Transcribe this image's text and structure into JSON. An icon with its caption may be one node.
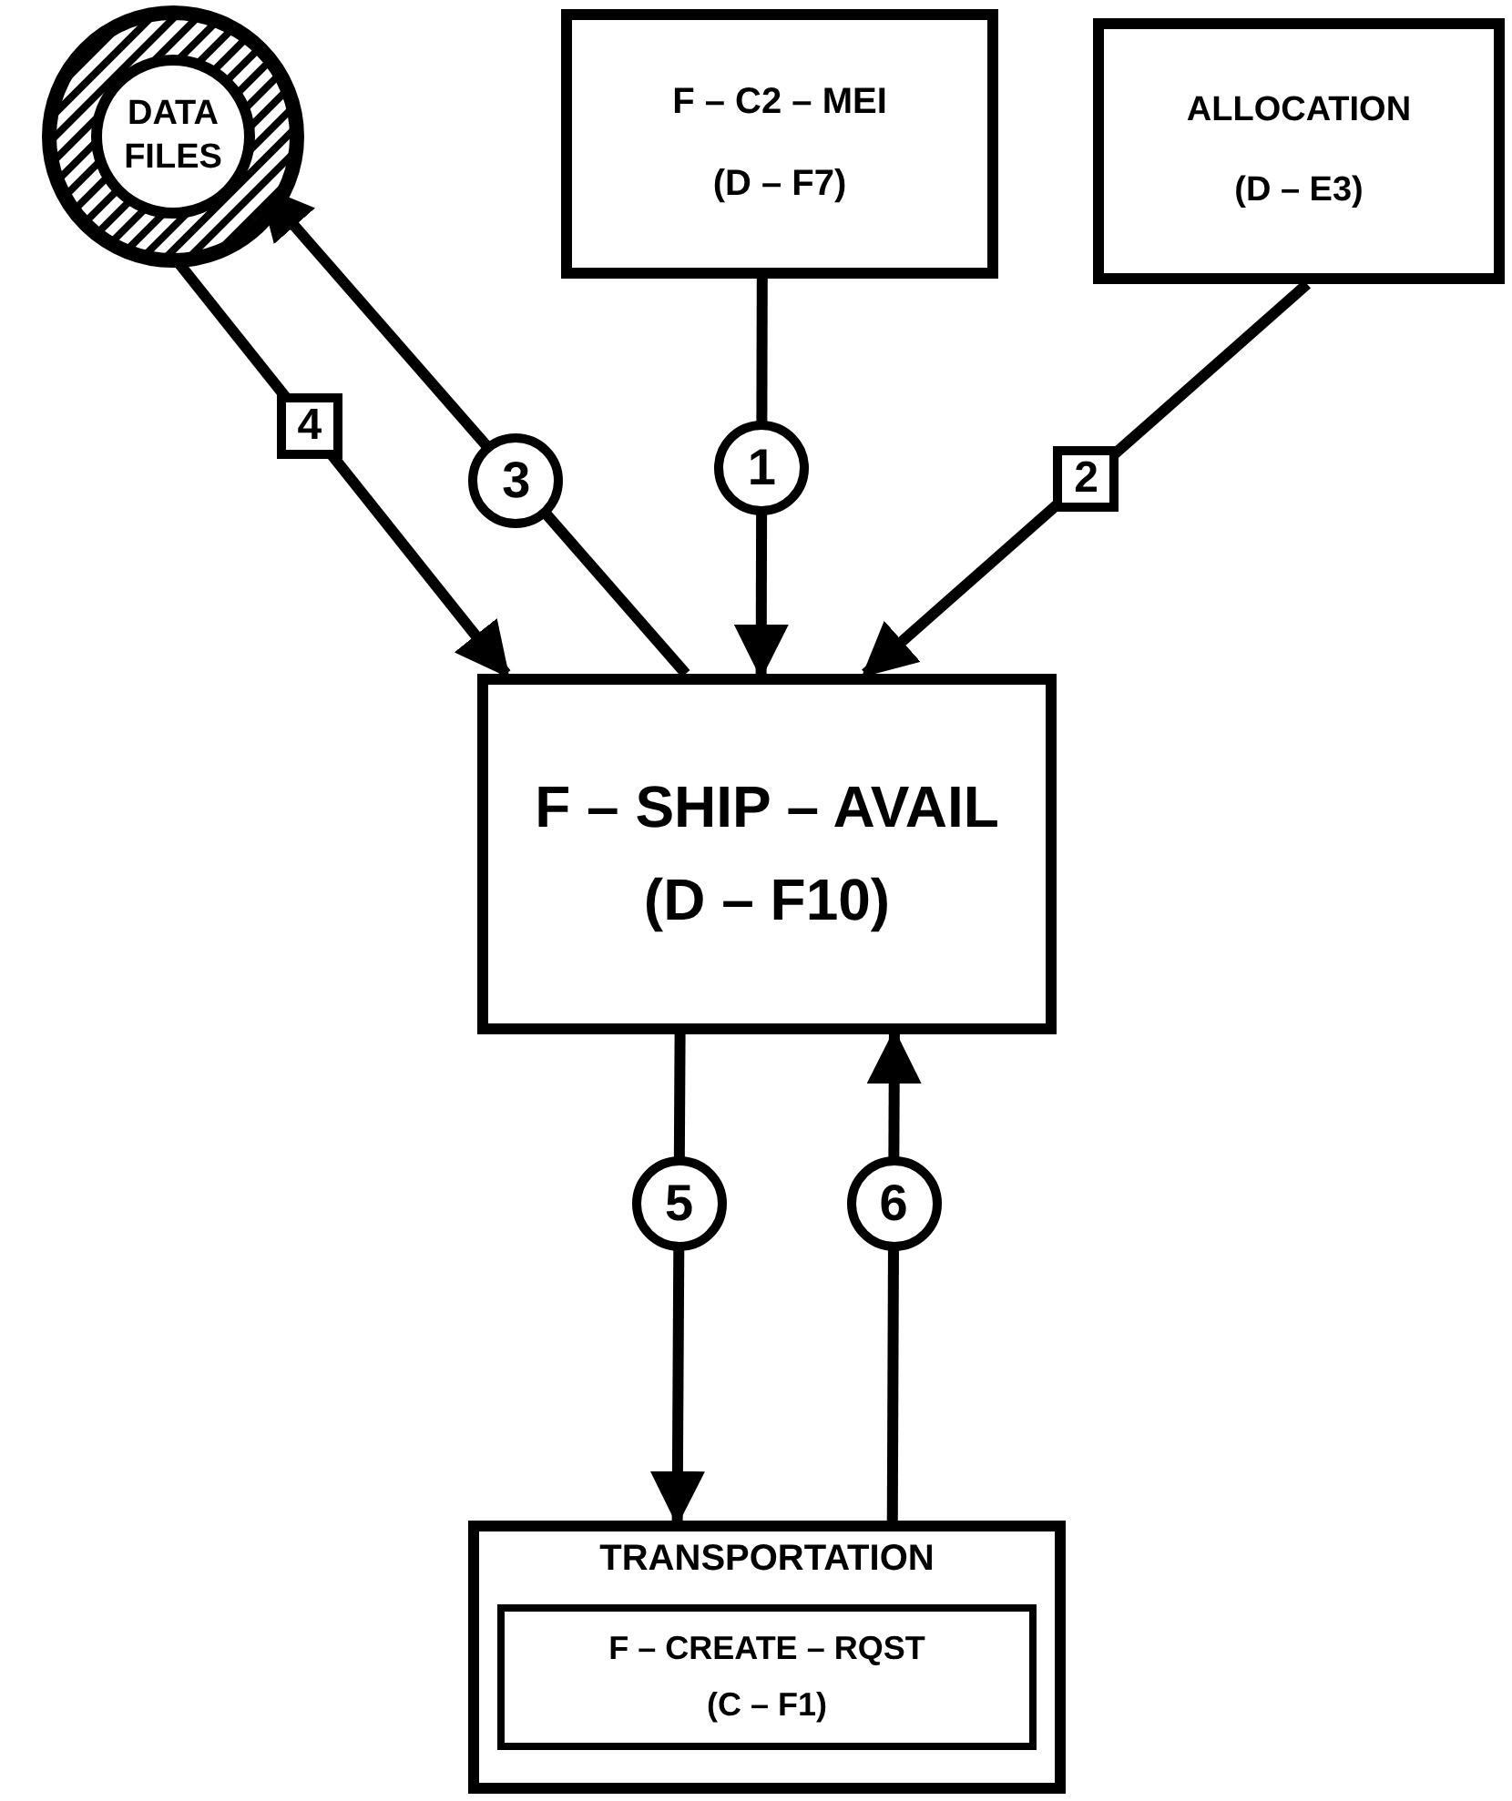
{
  "diagram": {
    "nodes": [
      {
        "text": [
          "DATA FILES"
        ]
      },
      {
        "text": [
          "F – C2 – MEI",
          "(D – F7)"
        ]
      },
      {
        "text": [
          "ALLOCATION",
          "(D – E3)"
        ]
      },
      {
        "text": [
          "F – SHIP – AVAIL",
          "(D – F10)"
        ]
      },
      {
        "text": [
          "TRANSPORTATION"
        ]
      },
      {
        "text": [
          "F – CREATE – RQST",
          "(C – F1)"
        ],
        "in": 4
      }
    ],
    "edges": [
      {
        "from": 1,
        "to": 3,
        "arrow": "to",
        "label": "1"
      },
      {
        "from": 2,
        "to": 3,
        "arrow": "to",
        "label": "2"
      },
      {
        "from": 3,
        "to": 0,
        "arrow": "to",
        "label": "3"
      },
      {
        "from": 0,
        "to": 3,
        "arrow": "to",
        "label": "4"
      },
      {
        "from": 3,
        "to": 4,
        "arrow": "to",
        "label": "5"
      },
      {
        "from": 4,
        "to": 3,
        "arrow": "to",
        "label": "6"
      }
    ]
  }
}
